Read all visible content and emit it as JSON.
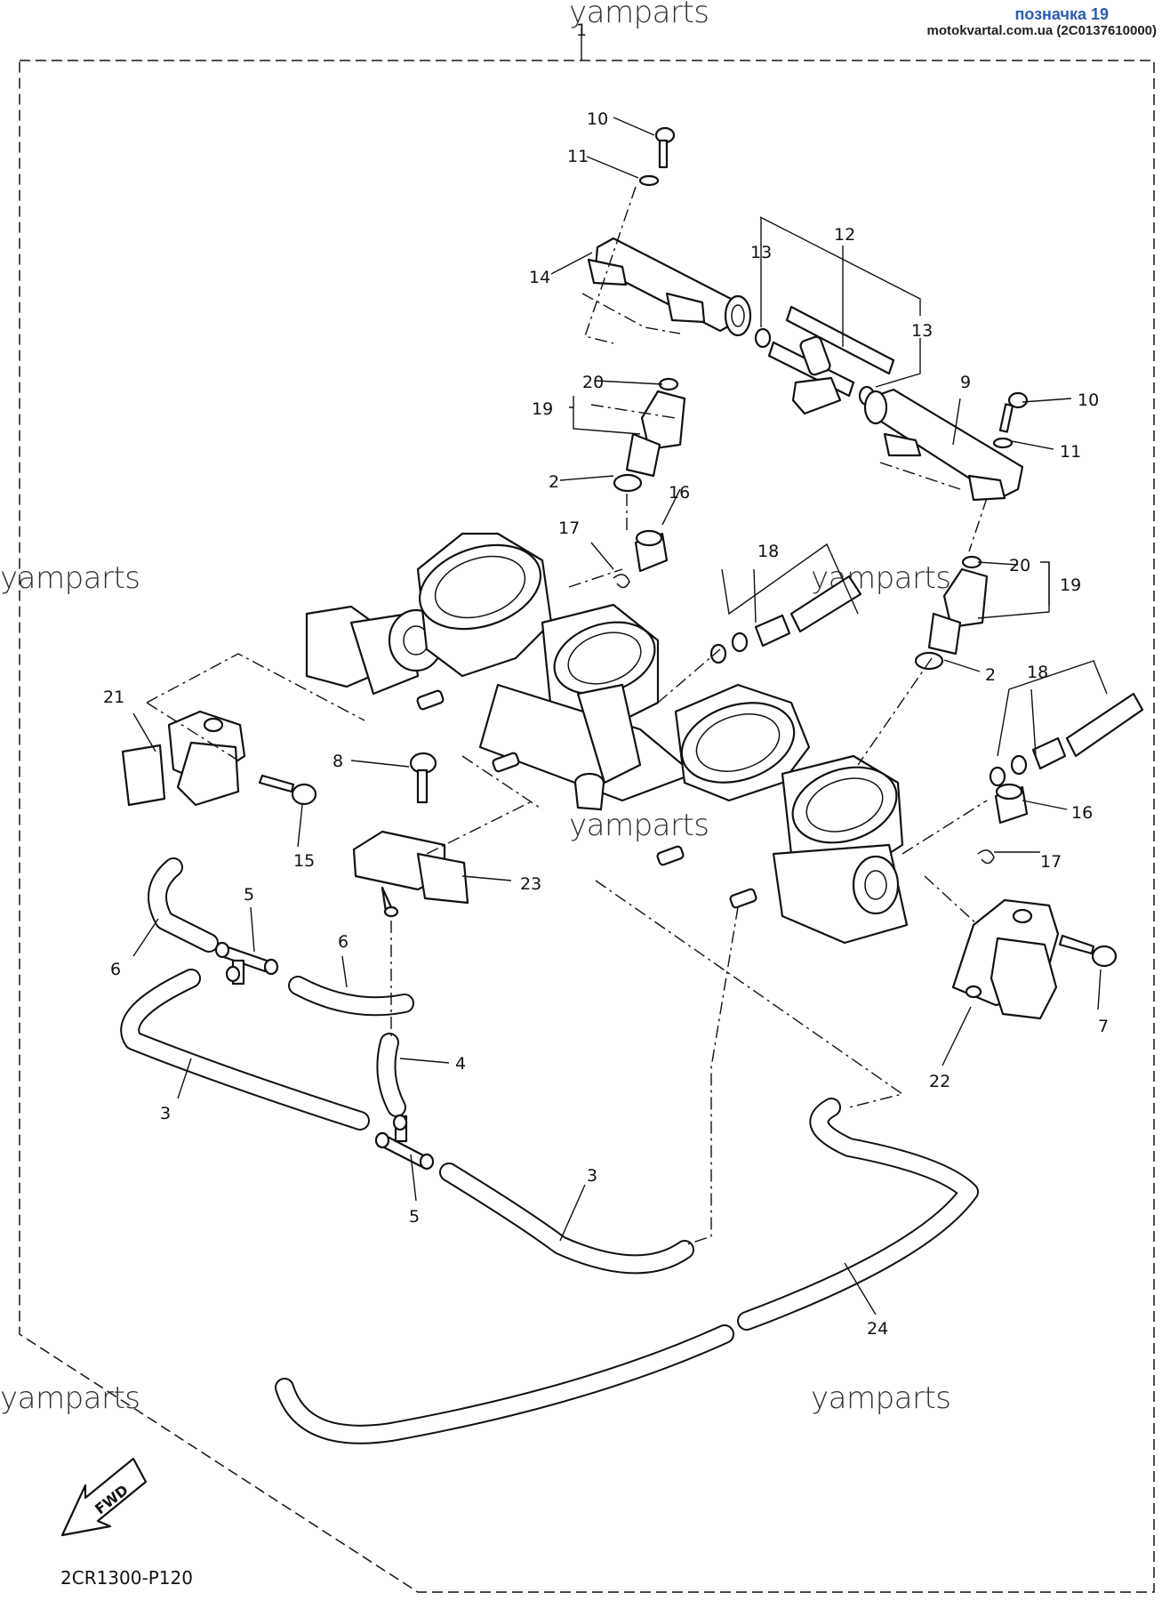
{
  "header": {
    "link_text": "позначка 19",
    "site_text": "motokvartal.com.ua (2C0137610000)"
  },
  "watermarks": {
    "top": "yamparts",
    "left_mid": "yamparts",
    "right_mid": "yamparts",
    "center": "yamparts",
    "bottom_left": "yamparts",
    "bottom_right": "yamparts"
  },
  "diagram_code": "2CR1300-P120",
  "fwd_label": "FWD",
  "callouts": {
    "c1": "1",
    "c2a": "2",
    "c2b": "2",
    "c3a": "3",
    "c3b": "3",
    "c4": "4",
    "c5a": "5",
    "c5b": "5",
    "c6a": "6",
    "c6b": "6",
    "c7": "7",
    "c8": "8",
    "c9": "9",
    "c10a": "10",
    "c10b": "10",
    "c11a": "11",
    "c11b": "11",
    "c12": "12",
    "c13a": "13",
    "c13b": "13",
    "c14": "14",
    "c15": "15",
    "c16a": "16",
    "c16b": "16",
    "c17a": "17",
    "c17b": "17",
    "c18a": "18",
    "c18b": "18",
    "c19a": "19",
    "c19b": "19",
    "c20a": "20",
    "c20b": "20",
    "c21": "21",
    "c22": "22",
    "c23": "23",
    "c24": "24"
  }
}
